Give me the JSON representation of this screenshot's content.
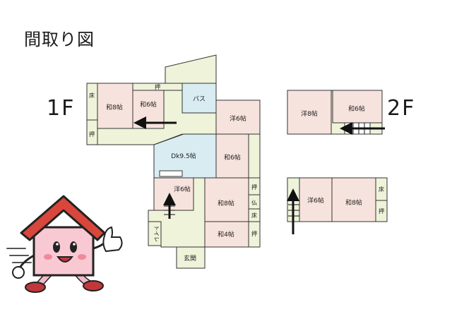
{
  "title": "間取り図",
  "floors": {
    "first": "1F",
    "second": "2F"
  },
  "colors": {
    "room": "#f7e3dd",
    "corridor": "#eef3d9",
    "wet": "#d8ecf2",
    "wall": "#333333"
  },
  "rooms_1f": {
    "washitsu8": "和8帖",
    "washitsu6_top": "和6帖",
    "bath": "バス",
    "yoshitsu6_right": "洋6帖",
    "dk": "Dk9.5帖",
    "washitsu6_mid": "和6帖",
    "yoshitsu6_left": "洋6帖",
    "washitsu8_low": "和8帖",
    "washitsu4": "和4帖",
    "toilet": "トイレ",
    "genkan": "玄関",
    "toko_left": "床",
    "oshi_left": "押",
    "oshi_top": "押",
    "oshi_right": "押",
    "butsu": "仏",
    "toko_right": "床",
    "oshi_bottom": "押"
  },
  "rooms_2f": {
    "upper_yo8": "洋8帖",
    "upper_wa6": "和6帖",
    "lower_yo6": "洋6帖",
    "lower_wa8": "和8帖",
    "toko": "床",
    "oshi": "押"
  },
  "icons": {
    "mascot": "house-mascot-icon"
  }
}
